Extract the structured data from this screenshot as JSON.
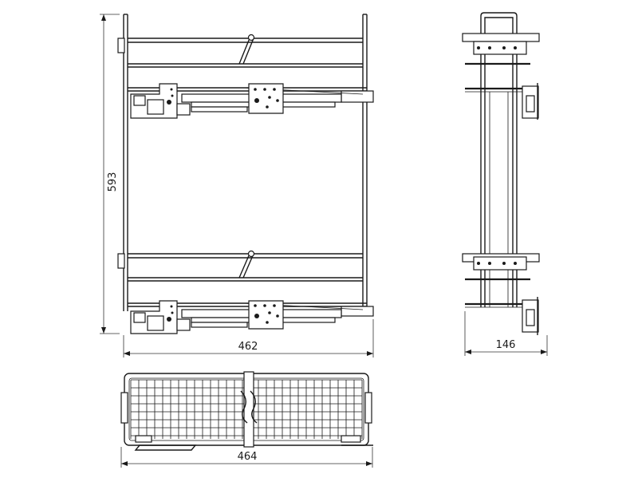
{
  "dimensions": {
    "height": "593",
    "width_front": "462",
    "depth_side": "146",
    "width_top": "464"
  }
}
